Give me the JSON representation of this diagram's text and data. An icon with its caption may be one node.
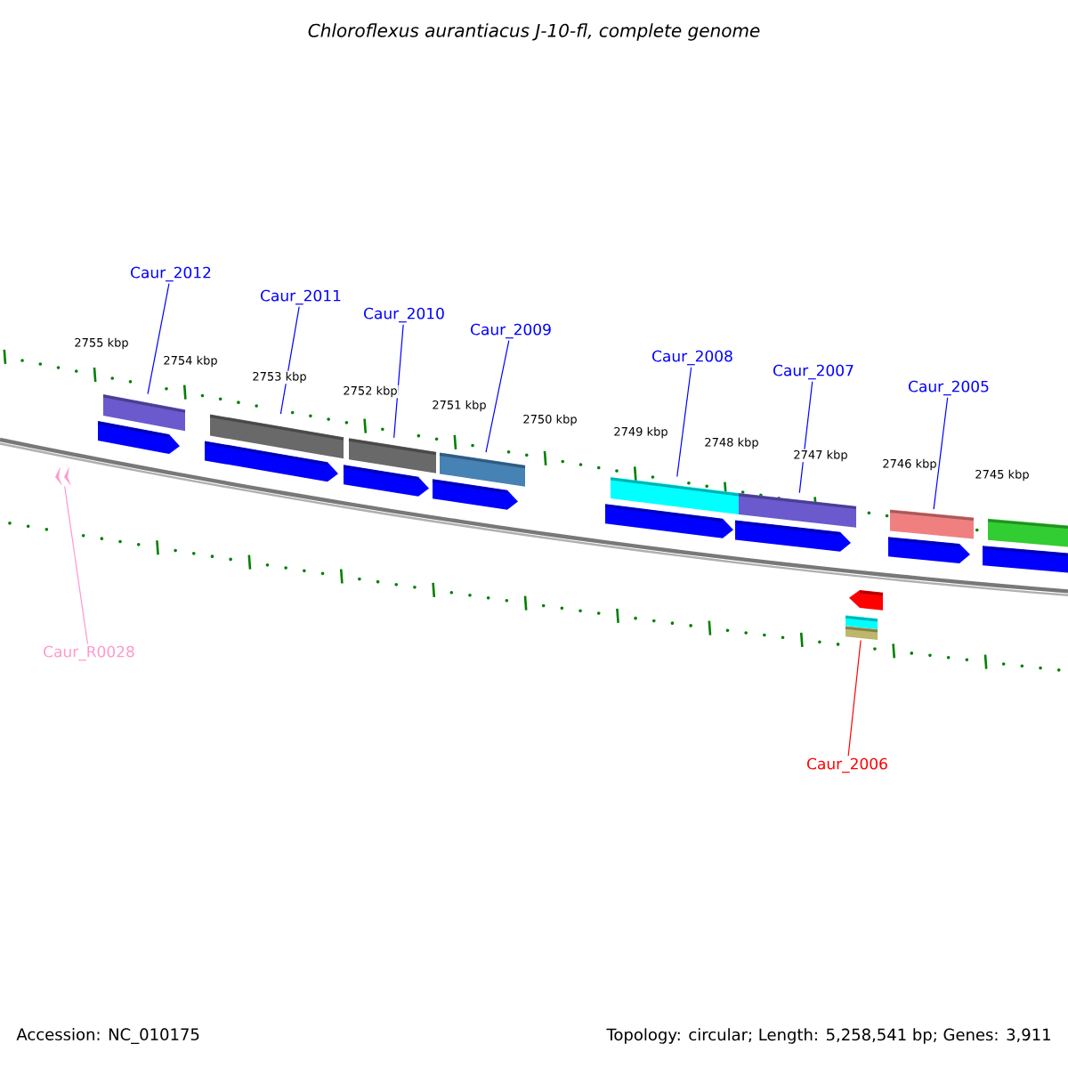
{
  "diagram": {
    "title": "Chloroflexus aurantiacus J-10-fl, complete genome",
    "nodes": [
      {
        "text": [
          "Caur_2012"
        ]
      },
      {
        "text": [
          "Caur_2011"
        ]
      },
      {
        "text": [
          "Caur_2010"
        ]
      },
      {
        "text": [
          "Caur_2009"
        ]
      },
      {
        "text": [
          "Caur_2008"
        ]
      },
      {
        "text": [
          "Caur_2007"
        ]
      },
      {
        "text": [
          "Caur_2005"
        ]
      },
      {
        "text": [
          "Caur_R0028"
        ]
      },
      {
        "text": [
          "Caur_2006"
        ]
      },
      {
        "text": [],
        "shape": "bar"
      },
      {
        "text": [],
        "shape": "bar"
      },
      {
        "text": [],
        "shape": "bar"
      },
      {
        "text": [],
        "shape": "bar"
      },
      {
        "text": [],
        "shape": "bar"
      },
      {
        "text": [],
        "shape": "bar"
      },
      {
        "text": [],
        "shape": "bar"
      },
      {
        "text": [],
        "shape": "bar"
      },
      {
        "text": [],
        "shape": "pentagon"
      },
      {
        "text": [],
        "shape": "pentagon"
      },
      {
        "text": [],
        "shape": "pentagon"
      },
      {
        "text": [],
        "shape": "pentagon"
      },
      {
        "text": [],
        "shape": "pentagon"
      },
      {
        "text": [],
        "shape": "pentagon"
      },
      {
        "text": [],
        "shape": "pentagon"
      },
      {
        "text": [],
        "shape": "pentagon"
      },
      {
        "text": [],
        "shape": "pentagon"
      },
      {
        "text": [],
        "shape": "bar"
      },
      {
        "text": [],
        "shape": "bar"
      },
      {
        "text": [],
        "shape": "chevron"
      }
    ],
    "edges": [
      {
        "from": 0,
        "to": 9,
        "arrow": "none"
      },
      {
        "from": 1,
        "to": 10,
        "arrow": "none"
      },
      {
        "from": 2,
        "to": 11,
        "arrow": "none"
      },
      {
        "from": 3,
        "to": 12,
        "arrow": "none"
      },
      {
        "from": 4,
        "to": 13,
        "arrow": "none"
      },
      {
        "from": 5,
        "to": 14,
        "arrow": "none"
      },
      {
        "from": 6,
        "to": 15,
        "arrow": "none"
      },
      {
        "from": 7,
        "to": 28,
        "arrow": "none",
        "color": "#ff99cc"
      },
      {
        "from": 8,
        "to": 27,
        "arrow": "none",
        "color": "#ff0000"
      }
    ],
    "labels": [
      "2755 kbp",
      "2754 kbp",
      "2753 kbp",
      "2752 kbp",
      "2751 kbp",
      "2750 kbp",
      "2749 kbp",
      "2748 kbp",
      "2747 kbp",
      "2746 kbp",
      "2745 kbp",
      "Accession: NC_010175",
      "Topology: circular; Length: 5,258,541 bp; Genes: 3,911"
    ]
  }
}
